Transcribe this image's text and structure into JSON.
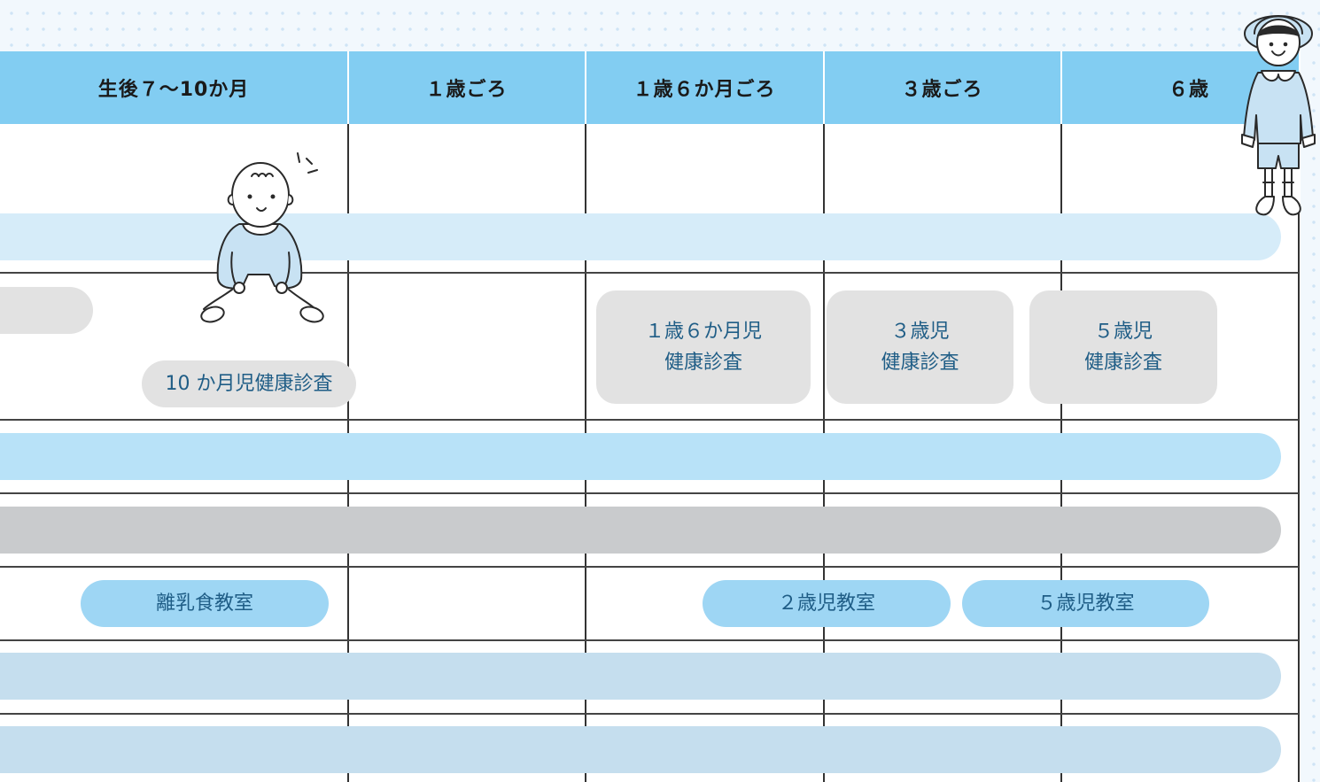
{
  "columns": [
    {
      "label": "生後７〜10か月"
    },
    {
      "label": "１歳ごろ"
    },
    {
      "label": "１歳６か月ごろ"
    },
    {
      "label": "３歳ごろ"
    },
    {
      "label": "６歳"
    }
  ],
  "checkups": {
    "ten_month": "10 か月児健康診査",
    "age1_6": {
      "line1": "１歳６か月児",
      "line2": "健康診査"
    },
    "age3": {
      "line1": "３歳児",
      "line2": "健康診査"
    },
    "age5": {
      "line1": "５歳児",
      "line2": "健康診査"
    }
  },
  "classes": {
    "weaning": "離乳食教室",
    "age2": "２歳児教室",
    "age5": "５歳児教室"
  },
  "colors": {
    "header": "#82cdf2",
    "band_light": "#d6ecf9",
    "band_blue": "#b8e2f8",
    "band_gray": "#c9cbcd",
    "band_pale": "#c5deee",
    "pill_gray": "#e2e2e2",
    "pill_blue": "#9ed6f4",
    "pill_text": "#1f5d86"
  },
  "illustrations": {
    "baby": "sitting-baby-icon",
    "child": "kindergarten-child-icon"
  }
}
